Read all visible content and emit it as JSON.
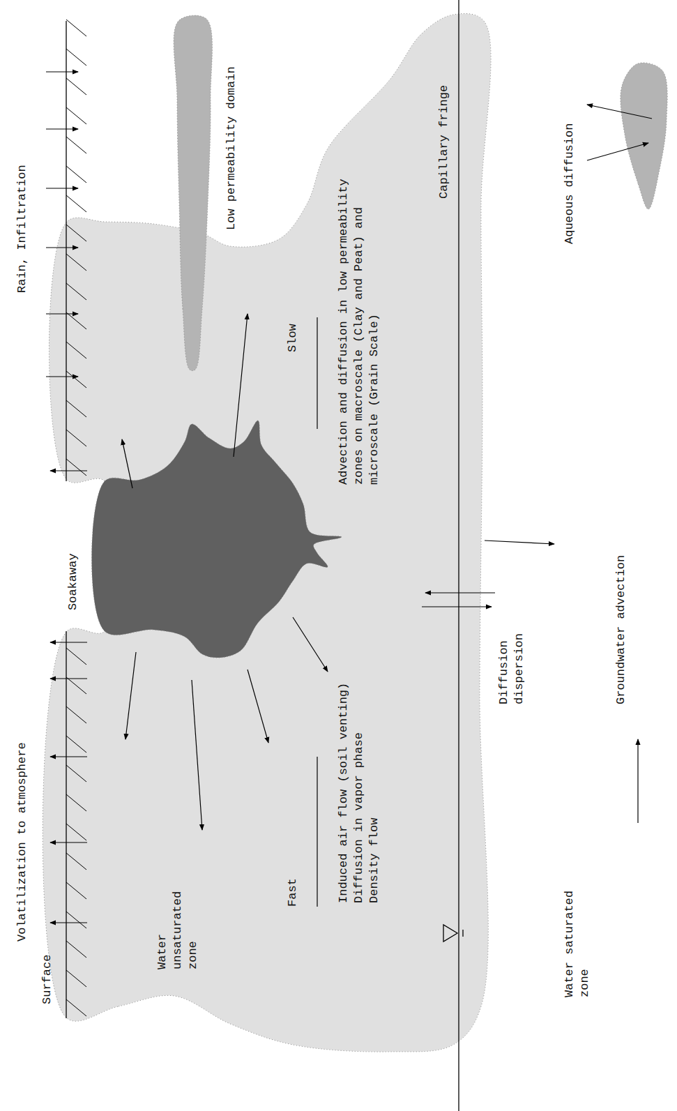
{
  "diagram": {
    "labels": [
      "Surface",
      "Volatilization to atmosphere",
      "Soakaway",
      "Rain, Infiltration",
      "Water unsaturated zone",
      "Low permeability domain",
      "Slow",
      "Fast",
      "Induced air flow (soil venting)",
      "Diffusion in vapor phase",
      "Density flow",
      "Advection and diffusion in low permeability zones on macroscale (Clay and Peat) and microscale (Grain Scale)",
      "Capillary fringe",
      "Diffusion dispersion",
      "Groundwater advection",
      "Aqueous diffusion",
      "Water saturated zone"
    ]
  }
}
